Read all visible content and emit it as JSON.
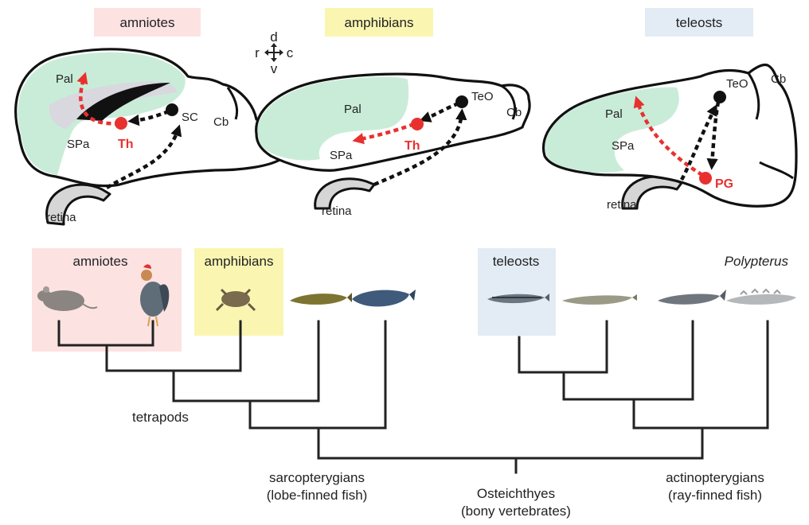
{
  "colors": {
    "amniotes_bg": "#fde2e2",
    "amphibians_bg": "#faf6b2",
    "teleosts_bg": "#e3ecf4",
    "pallium_fill": "#c9ecd8",
    "projection_red": "#e8312f",
    "projection_black": "#111111"
  },
  "brains": {
    "amniotes": {
      "title": "amniotes",
      "Pal": "Pal",
      "SPa": "SPa",
      "Th": "Th",
      "SC": "SC",
      "Cb": "Cb",
      "retina": "retina"
    },
    "amphibians": {
      "title": "amphibians",
      "Pal": "Pal",
      "SPa": "SPa",
      "Th": "Th",
      "TeO": "TeO",
      "Cb": "Cb",
      "retina": "retina"
    },
    "teleosts": {
      "title": "teleosts",
      "Pal": "Pal",
      "SPa": "SPa",
      "PG": "PG",
      "TeO": "TeO",
      "Cb": "Cb",
      "retina": "retina"
    }
  },
  "orientation": {
    "d": "d",
    "r": "r",
    "c": "c",
    "v": "v"
  },
  "tree": {
    "group_labels": {
      "amniotes": "amniotes",
      "amphibians": "amphibians",
      "teleosts": "teleosts",
      "polypterus": "Polypterus"
    },
    "clades": {
      "tetrapods": "tetrapods",
      "sarcopterygians_line1": "sarcopterygians",
      "sarcopterygians_line2": "(lobe-finned fish)",
      "osteichthyes_line1": "Osteichthyes",
      "osteichthyes_line2": "(bony vertebrates)",
      "actinopterygians_line1": "actinopterygians",
      "actinopterygians_line2": "(ray-finned fish)"
    },
    "animals": [
      "mouse-icon",
      "rooster-icon",
      "frog-icon",
      "lungfish-icon",
      "coelacanth-icon",
      "zebrafish-icon",
      "gar-icon",
      "sturgeon-icon",
      "bichir-icon"
    ]
  }
}
